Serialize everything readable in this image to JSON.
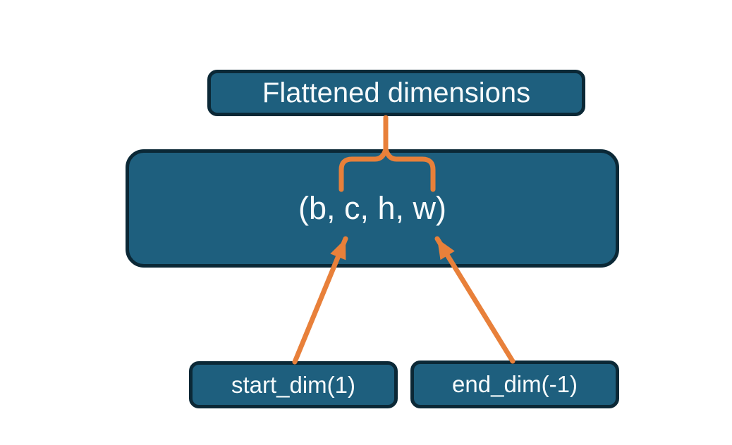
{
  "diagram": {
    "boxes": {
      "flattened": {
        "label": "Flattened dimensions"
      },
      "tensor": {
        "label": "(b, c, h, w)"
      },
      "start_dim": {
        "label": "start_dim(1)"
      },
      "end_dim": {
        "label": "end_dim(-1)"
      }
    },
    "connectors": {
      "brace": "overbrace-from-flattened-label-spanning-c-h-w",
      "start_dim_arrow": "points-to-dimension-c",
      "end_dim_arrow": "points-to-dimension-w"
    },
    "colors": {
      "background": "#FFFFFF",
      "box_fill": "#1E5F7E",
      "box_border": "#0B2836",
      "accent_orange": "#E8803A",
      "text": "#F7FBFC"
    }
  }
}
